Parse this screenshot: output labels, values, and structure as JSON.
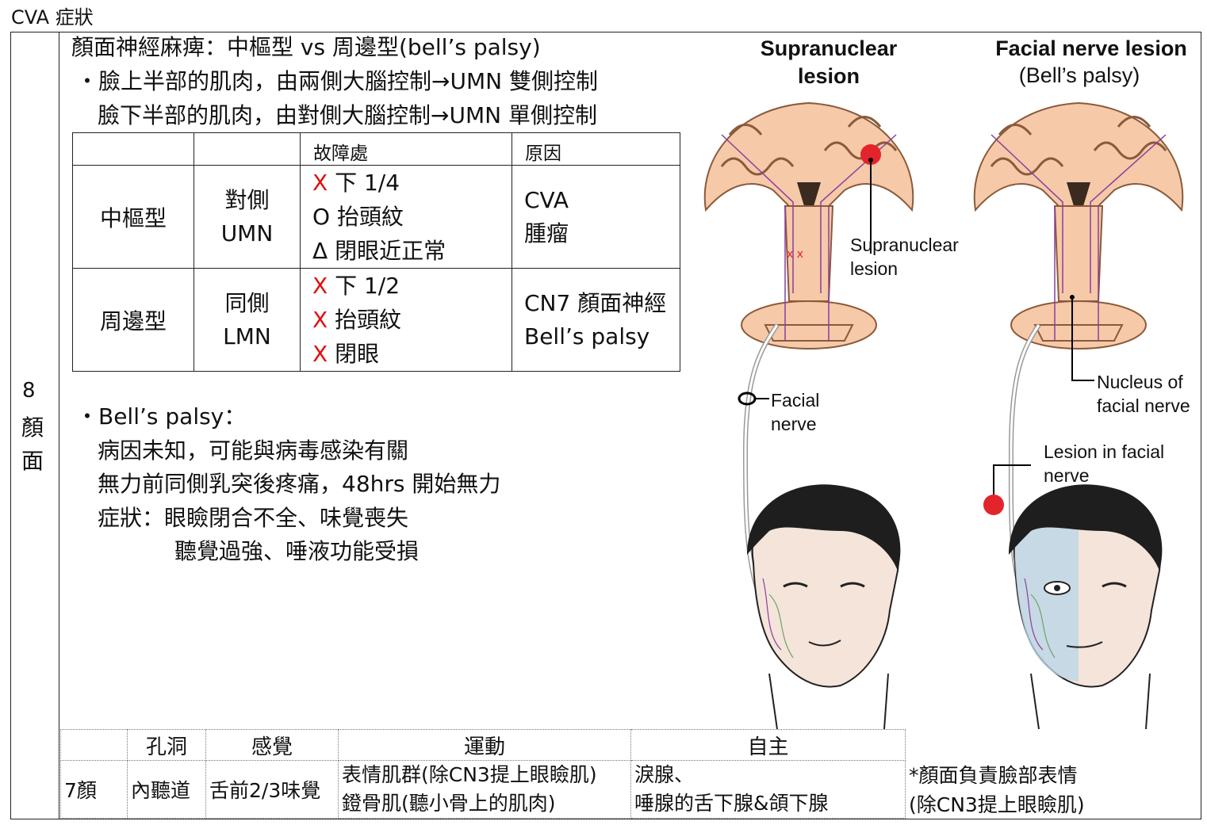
{
  "page": {
    "title": "CVA 症狀"
  },
  "side": {
    "number": "8",
    "char1": "顏",
    "char2": "面"
  },
  "heading": "顏面神經麻痺：中樞型 vs 周邊型(bell’s palsy)",
  "control": {
    "line1": "・臉上半部的肌肉，由兩側大腦控制→UMN 雙側控制",
    "line2": "臉下半部的肌肉，由對側大腦控制→UMN 單側控制"
  },
  "compare_table": {
    "headers": [
      "",
      "",
      "故障處",
      "原因"
    ],
    "rows": [
      {
        "type": "中樞型",
        "side": "對側",
        "neuron": "UMN",
        "symptoms": [
          {
            "mark": "X",
            "text": "下 1/4"
          },
          {
            "mark": "O",
            "text": "抬頭紋"
          },
          {
            "mark": "Δ",
            "text": "閉眼近正常"
          }
        ],
        "causes": [
          "CVA",
          "腫瘤"
        ]
      },
      {
        "type": "周邊型",
        "side": "同側",
        "neuron": "LMN",
        "symptoms": [
          {
            "mark": "X",
            "text": "下 1/2"
          },
          {
            "mark": "X",
            "text": "抬頭紋"
          },
          {
            "mark": "X",
            "text": "閉眼"
          }
        ],
        "causes": [
          "CN7 顏面神經",
          "Bell’s palsy"
        ]
      }
    ]
  },
  "bells": {
    "title": "・Bell’s palsy：",
    "line1": "病因未知，可能與病毒感染有關",
    "line2": "無力前同側乳突後疼痛，48hrs 開始無力",
    "line3": "症狀：眼瞼閉合不全、味覺喪失",
    "line4": "聽覺過強、唾液功能受損"
  },
  "figure": {
    "left_title_1": "Supranuclear",
    "left_title_2": "lesion",
    "right_title": "Facial nerve lesion",
    "right_sub": "(Bell’s palsy)",
    "lbl_supra_1": "Supranuclear",
    "lbl_supra_2": "lesion",
    "lbl_facial_1": "Facial",
    "lbl_facial_2": "nerve",
    "lbl_nucleus_1": "Nucleus of",
    "lbl_nucleus_2": "facial nerve",
    "lbl_lesion_1": "Lesion in facial",
    "lbl_lesion_2": "nerve",
    "colors": {
      "lesion": "#e3242b",
      "brain": "#f6c9a8",
      "nerve": "#8a3f9e"
    }
  },
  "cn_table": {
    "headers": [
      "",
      "孔洞",
      "感覺",
      "運動",
      "自主"
    ],
    "row": {
      "name": "7顏",
      "foramen": "內聽道",
      "sensory": "舌前2/3味覺",
      "motor_1": "表情肌群(除CN3提上眼瞼肌)",
      "motor_2": "鐙骨肌(聽小骨上的肌肉)",
      "auto_1": "淚腺、",
      "auto_2": "唾腺的舌下腺&頜下腺"
    },
    "note_1": "*顏面負責臉部表情",
    "note_2": "(除CN3提上眼瞼肌)"
  }
}
